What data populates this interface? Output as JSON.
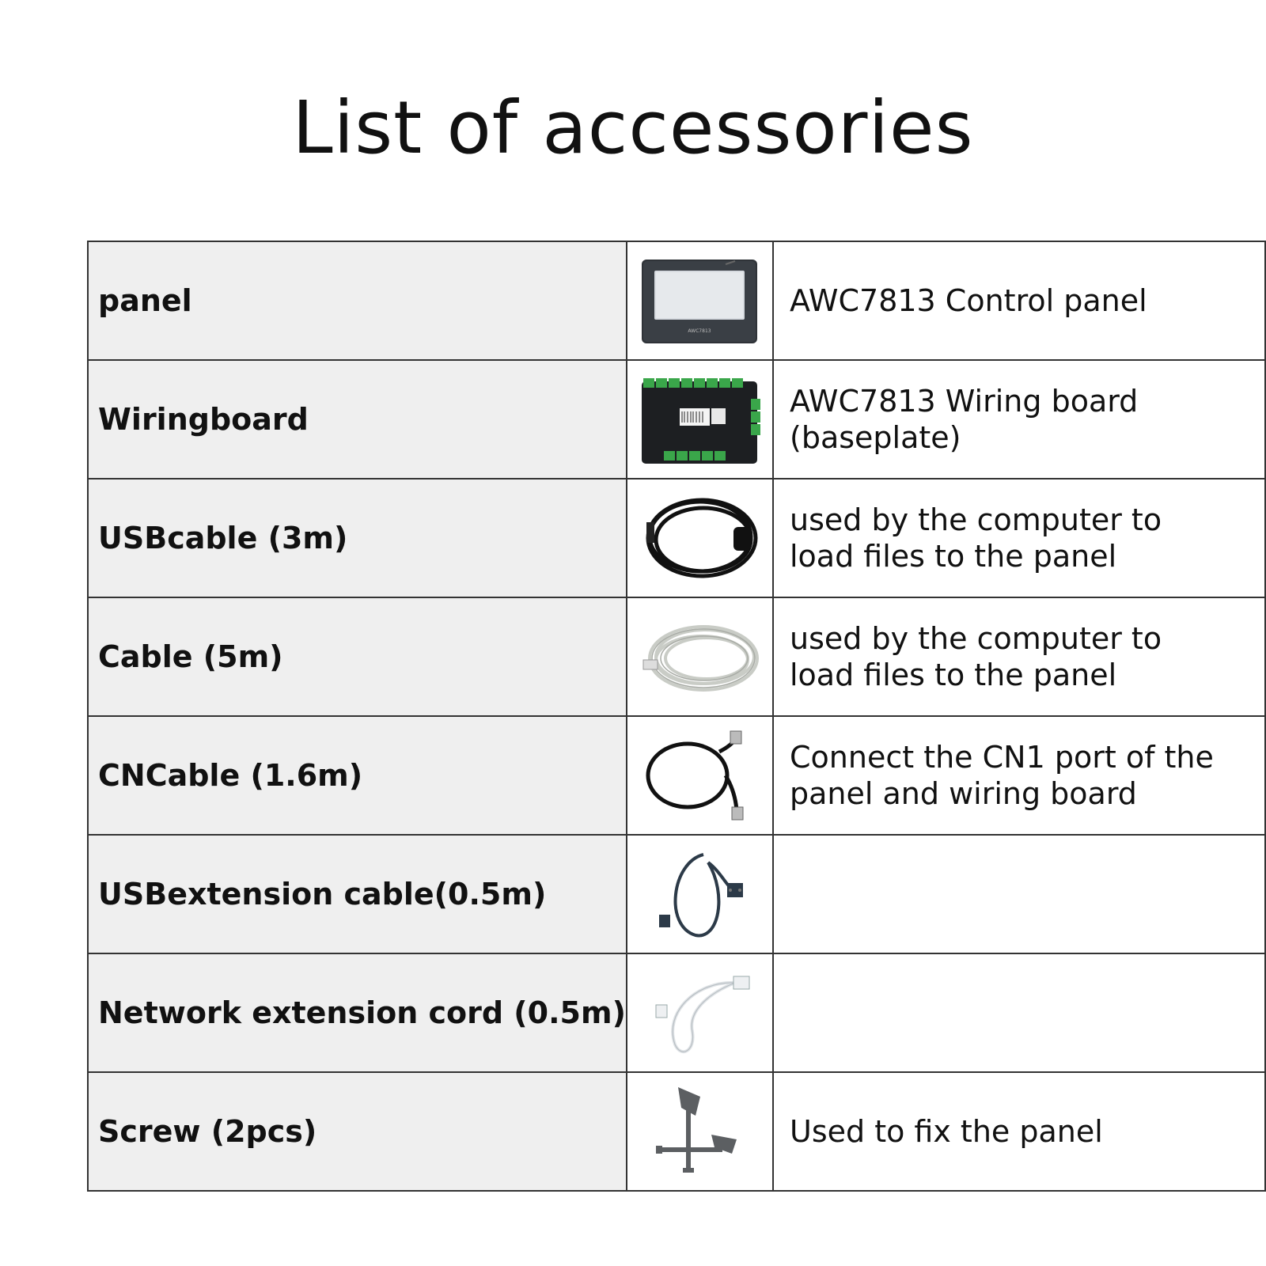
{
  "title": "List of accessories",
  "rows": [
    {
      "name": "panel",
      "desc": "AWC7813 Control panel",
      "icon": "control-panel-photo",
      "panel_label": "AWC7813"
    },
    {
      "name": "Wiringboard",
      "desc": "AWC7813 Wiring board\n(baseplate)",
      "icon": "wiring-board-photo"
    },
    {
      "name": "USBcable (3m)",
      "desc": "used by the computer to\nload files to the panel",
      "icon": "usb-cable-photo"
    },
    {
      "name": "Cable (5m)",
      "desc": "used by the computer to\nload files to the  panel",
      "icon": "network-cable-photo"
    },
    {
      "name": "CNCable (1.6m)",
      "desc": "Connect the CN1 port of the\npanel and wiring board",
      "icon": "cn-cable-photo"
    },
    {
      "name": "USBextension cable(0.5m)",
      "desc": "",
      "icon": "usb-extension-cable-photo"
    },
    {
      "name": "Network extension cord (0.5m)",
      "desc": "",
      "icon": "network-extension-cord-photo"
    },
    {
      "name": "Screw (2pcs)",
      "desc": "Used to fix the panel",
      "icon": "screw-photo"
    }
  ],
  "colors": {
    "name_cell_bg": "#efefef",
    "border": "#333333"
  }
}
